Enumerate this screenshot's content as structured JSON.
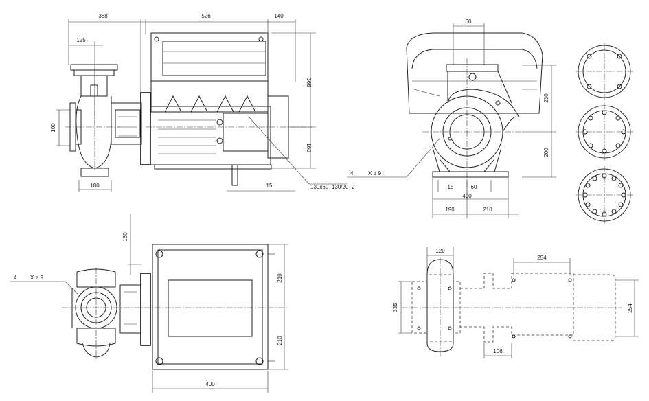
{
  "dimensions": {
    "side_top_left": "388",
    "side_top_mid": "526",
    "side_top_right": "140",
    "side_inner_left": "125",
    "side_right_upper": "368",
    "side_right_lower": "160",
    "side_left_height": "100",
    "side_base_width": "180",
    "side_base_right": "15",
    "leader_label": "130x60+130/20+2",
    "front_top": "60",
    "front_right_upper": "230",
    "front_right_lower": "200",
    "front_base_a": "15",
    "front_base_b": "60",
    "front_base_total": "400",
    "front_base_left": "190",
    "front_base_right": "210",
    "hole_note_front": "4",
    "hole_spec_front": "X ø 9",
    "plan_top": "160",
    "plan_right_upper": "210",
    "plan_right_lower": "210",
    "plan_bottom": "400",
    "hole_note_plan": "4",
    "hole_spec_plan": "X ø 9",
    "base_top_left": "120",
    "base_top_right": "254",
    "base_left": "335",
    "base_right": "254",
    "base_bottom": "106"
  }
}
